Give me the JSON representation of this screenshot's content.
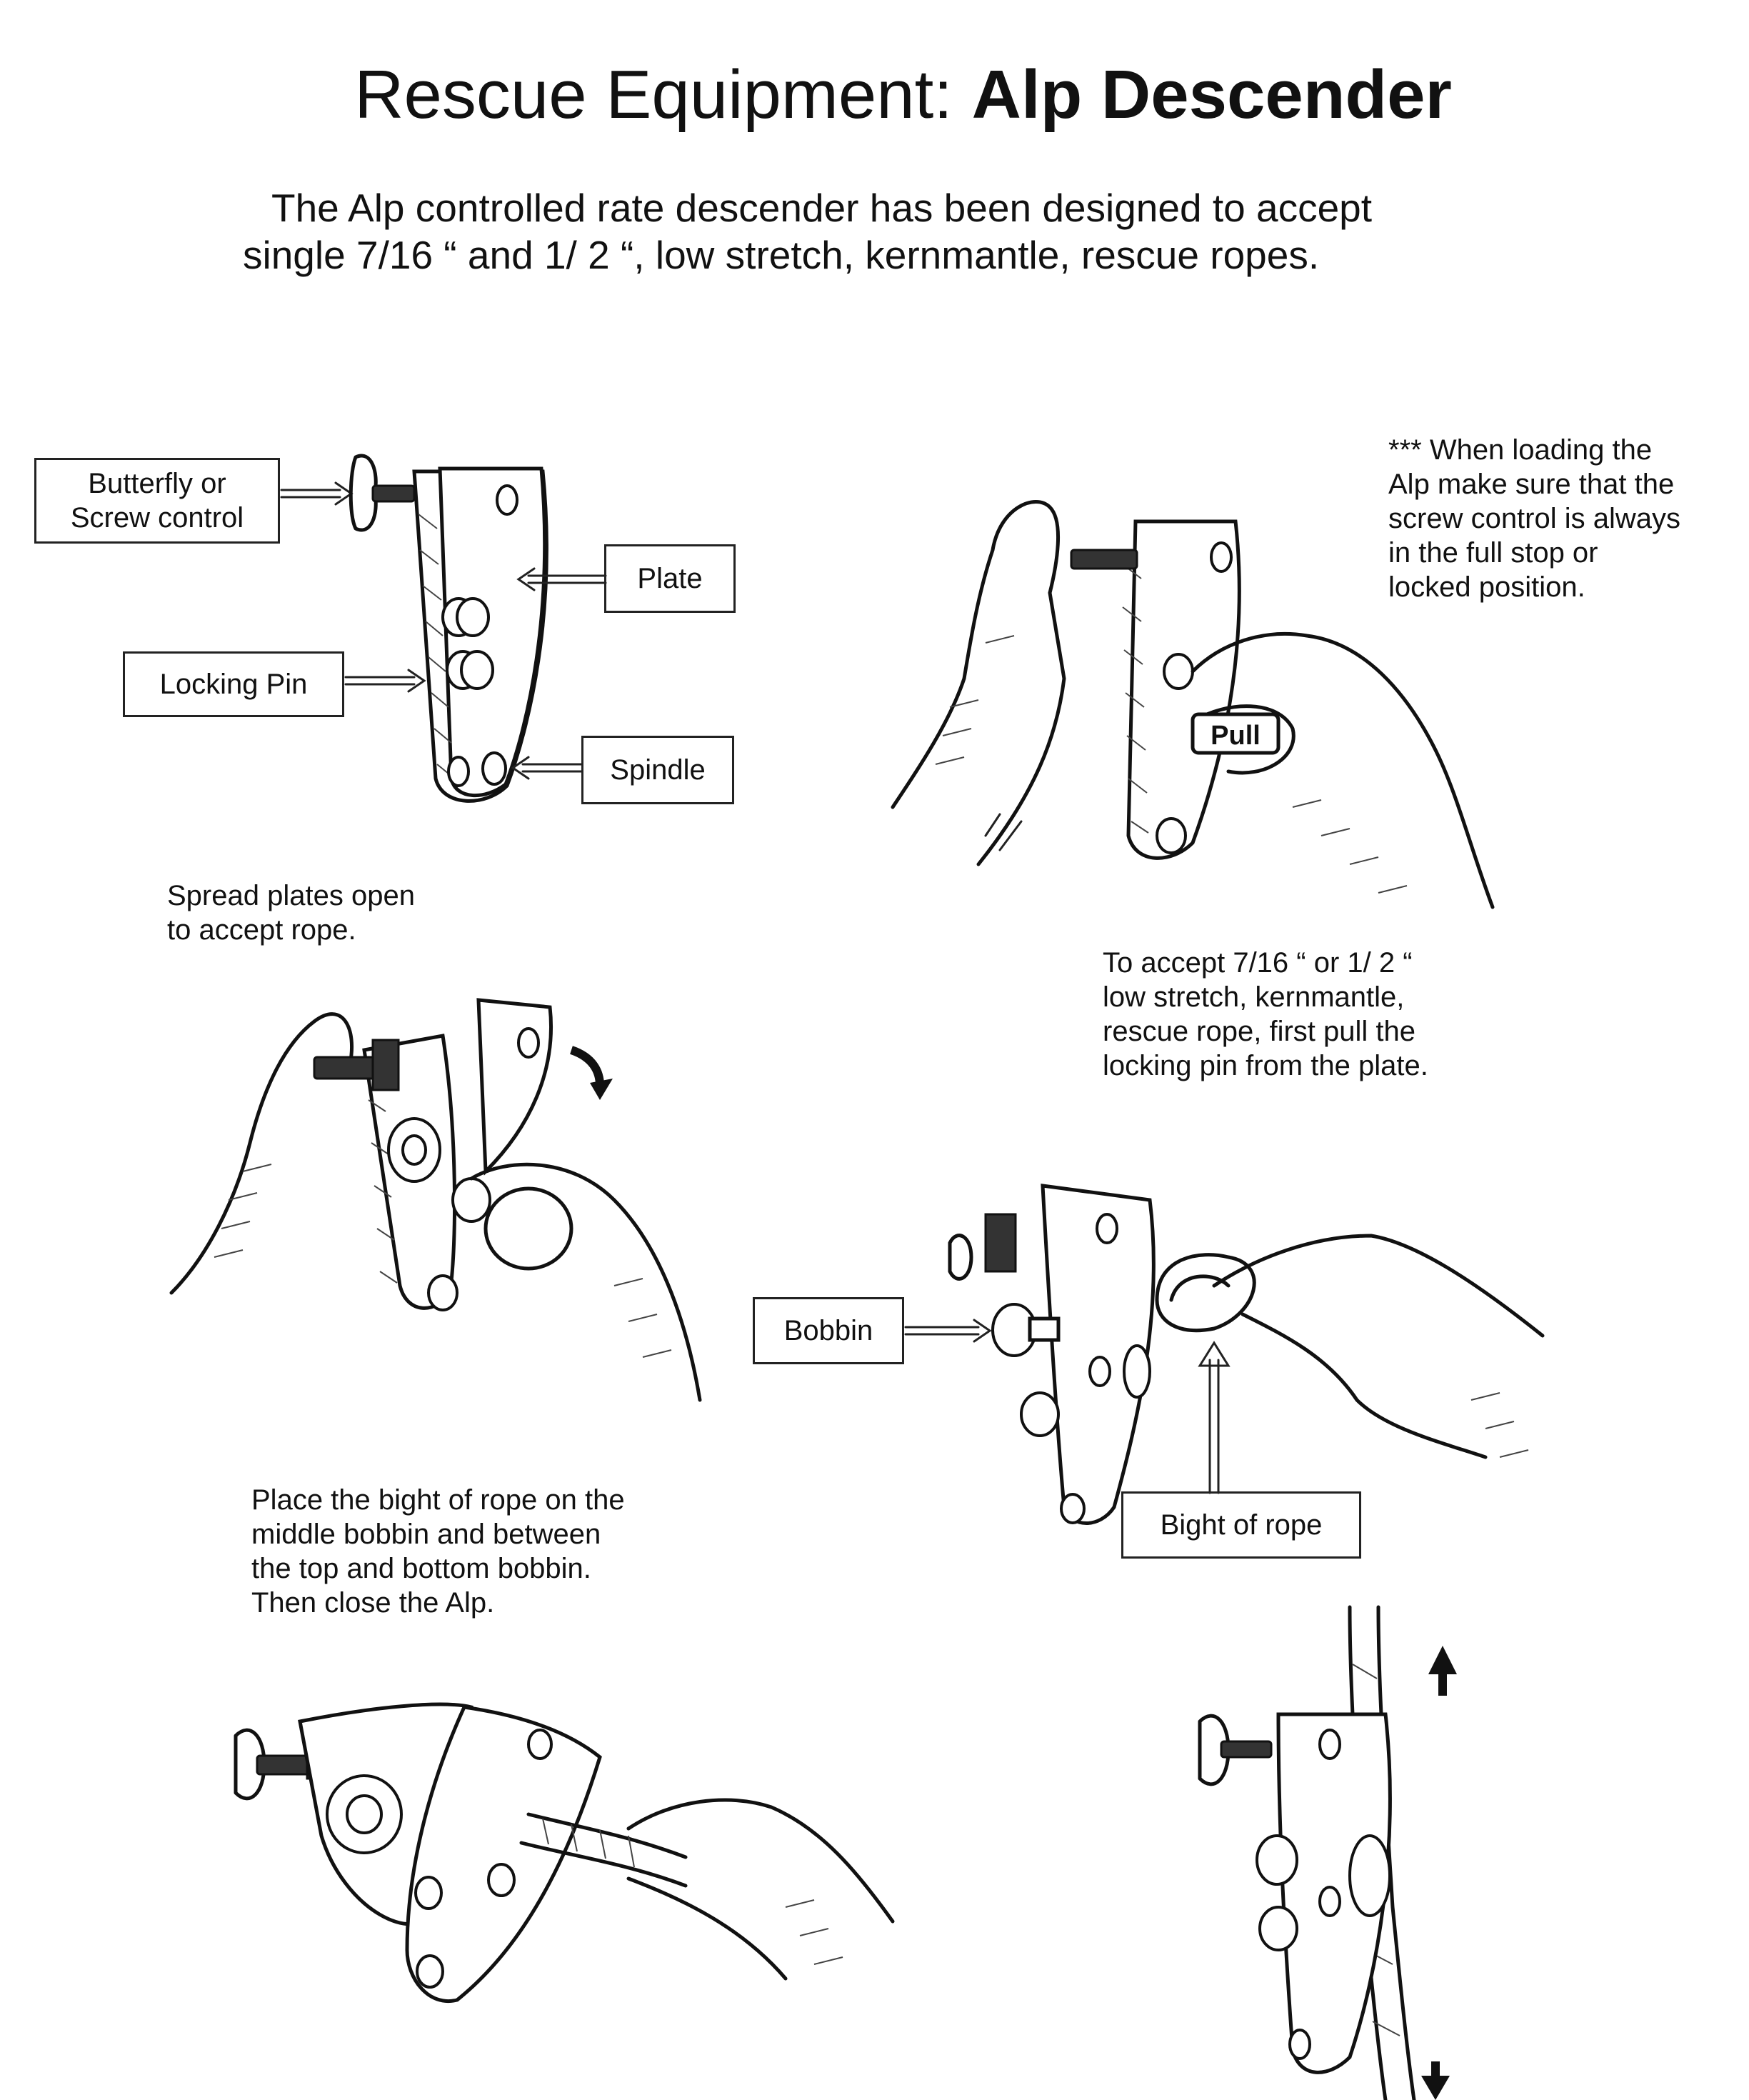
{
  "title": {
    "prefix": "Rescue Equipment: ",
    "emphasis": "Alp Descender"
  },
  "intro": {
    "line1": "The Alp controlled rate descender has been designed to accept",
    "line2": "single 7/16 “ and 1/ 2 “, low stretch, kernmantle, rescue ropes."
  },
  "diagram1": {
    "labels": {
      "butterfly_line1": "Butterfly or",
      "butterfly_line2": "Screw control",
      "plate": "Plate",
      "locking_pin": "Locking Pin",
      "spindle": "Spindle"
    }
  },
  "notes": {
    "warning": [
      "*** When loading the",
      "Alp make sure that the",
      "screw control is always",
      "in the full stop  or",
      "locked position."
    ],
    "pull_label": "Pull",
    "accept_rope": [
      "To accept  7/16 “ or  1/ 2 “",
      "low stretch, kernmantle,",
      "rescue rope, first pull the",
      "locking pin from the plate."
    ],
    "spread_plates": [
      "Spread plates open",
      "to accept rope."
    ],
    "place_bight": [
      "Place the bight of rope on the",
      "middle bobbin and between",
      "the top and bottom bobbin.",
      "Then close the Alp."
    ]
  },
  "diagram4": {
    "labels": {
      "bobbin": "Bobbin",
      "bight_of_rope": "Bight of rope"
    }
  },
  "icons": [
    "arrow-right-icon",
    "arrow-up-icon",
    "arrow-down-icon",
    "curved-arrow-icon"
  ],
  "colors": {
    "ink": "#111111",
    "paper": "#ffffff"
  }
}
